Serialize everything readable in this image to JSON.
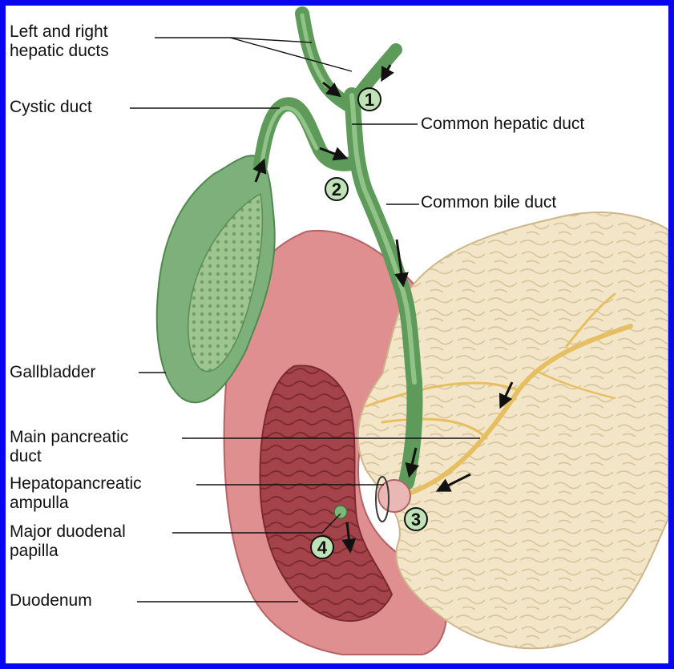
{
  "labels": {
    "left_right_hepatic": [
      "Left and right",
      "hepatic ducts"
    ],
    "cystic_duct": "Cystic duct",
    "common_hepatic_duct": "Common hepatic duct",
    "common_bile_duct": "Common bile duct",
    "gallbladder": "Gallbladder",
    "main_pancreatic": [
      "Main pancreatic",
      "duct"
    ],
    "hepatopancreatic": [
      "Hepatopancreatic",
      "ampulla"
    ],
    "major_duodenal": [
      "Major duodenal",
      "papilla"
    ],
    "duodenum": "Duodenum"
  },
  "steps": [
    "1",
    "2",
    "3",
    "4"
  ],
  "colors": {
    "border": "#0606f0",
    "duct_green": "#7fb67a",
    "duct_green_dark": "#4f8a4d",
    "gallbladder": "#7db07a",
    "duodenum_outer": "#dd8a8c",
    "duodenum_inner": "#9c3a3e",
    "pancreas": "#f3e6c8",
    "pancreatic_duct": "#e8c36a"
  }
}
